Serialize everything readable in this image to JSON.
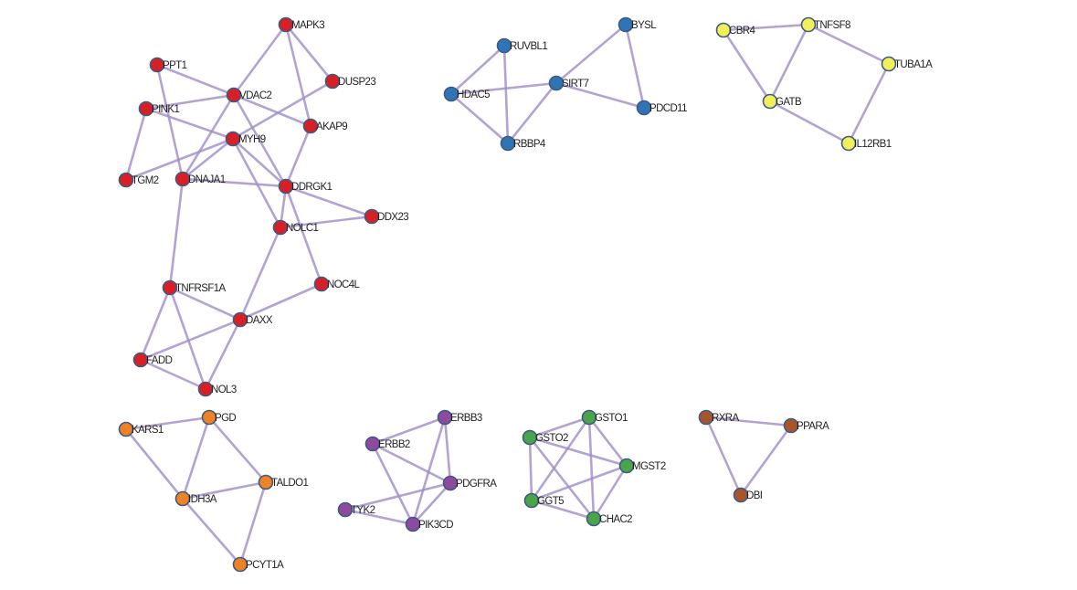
{
  "title": "Protein-protein interaction network clusters",
  "colors": {
    "edge": "#a08cc8",
    "node_stroke": "#3d5a80",
    "red": "#d91f26",
    "blue": "#2f75b5",
    "yellow": "#f2f05a",
    "orange": "#ee8224",
    "purple": "#8e4a9e",
    "green": "#4aa54a",
    "brown": "#a8552a"
  },
  "clusters": [
    {
      "name": "red",
      "nodes": [
        "MAPK3",
        "PPT1",
        "DUSP23",
        "VDAC2",
        "PINK1",
        "AKAP9",
        "MYH9",
        "TGM2",
        "DNAJA1",
        "DDRGK1",
        "DDX23",
        "NOLC1",
        "NOC4L",
        "TNFRSF1A",
        "DAXX",
        "FADD",
        "NOL3"
      ],
      "edges": [
        [
          "MAPK3",
          "VDAC2"
        ],
        [
          "MAPK3",
          "DUSP23"
        ],
        [
          "MAPK3",
          "AKAP9"
        ],
        [
          "PPT1",
          "VDAC2"
        ],
        [
          "PPT1",
          "DNAJA1"
        ],
        [
          "PINK1",
          "VDAC2"
        ],
        [
          "PINK1",
          "MYH9"
        ],
        [
          "PINK1",
          "TGM2"
        ],
        [
          "VDAC2",
          "AKAP9"
        ],
        [
          "VDAC2",
          "DNAJA1"
        ],
        [
          "VDAC2",
          "DDRGK1"
        ],
        [
          "DUSP23",
          "MYH9"
        ],
        [
          "MYH9",
          "TGM2"
        ],
        [
          "MYH9",
          "DNAJA1"
        ],
        [
          "MYH9",
          "DDRGK1"
        ],
        [
          "MYH9",
          "NOLC1"
        ],
        [
          "AKAP9",
          "DDRGK1"
        ],
        [
          "DNAJA1",
          "DDRGK1"
        ],
        [
          "DNAJA1",
          "TNFRSF1A"
        ],
        [
          "DDRGK1",
          "DDX23"
        ],
        [
          "DDRGK1",
          "NOLC1"
        ],
        [
          "DDRGK1",
          "NOC4L"
        ],
        [
          "NOLC1",
          "DDX23"
        ],
        [
          "NOLC1",
          "DAXX"
        ],
        [
          "NOC4L",
          "DAXX"
        ],
        [
          "TNFRSF1A",
          "DAXX"
        ],
        [
          "TNFRSF1A",
          "FADD"
        ],
        [
          "TNFRSF1A",
          "NOL3"
        ],
        [
          "DAXX",
          "FADD"
        ],
        [
          "DAXX",
          "NOL3"
        ],
        [
          "FADD",
          "NOL3"
        ]
      ]
    },
    {
      "name": "blue",
      "nodes": [
        "RUVBL1",
        "HDAC5",
        "SIRT7",
        "RBBP4",
        "BYSL",
        "PDCD11"
      ],
      "edges": [
        [
          "RUVBL1",
          "HDAC5"
        ],
        [
          "RUVBL1",
          "RBBP4"
        ],
        [
          "HDAC5",
          "SIRT7"
        ],
        [
          "HDAC5",
          "RBBP4"
        ],
        [
          "SIRT7",
          "RBBP4"
        ],
        [
          "SIRT7",
          "BYSL"
        ],
        [
          "SIRT7",
          "PDCD11"
        ],
        [
          "BYSL",
          "PDCD11"
        ]
      ]
    },
    {
      "name": "yellow",
      "nodes": [
        "CBR4",
        "TNFSF8",
        "TUBA1A",
        "GATB",
        "IL12RB1"
      ],
      "edges": [
        [
          "CBR4",
          "TNFSF8"
        ],
        [
          "CBR4",
          "GATB"
        ],
        [
          "TNFSF8",
          "GATB"
        ],
        [
          "TNFSF8",
          "TUBA1A"
        ],
        [
          "TUBA1A",
          "IL12RB1"
        ],
        [
          "GATB",
          "IL12RB1"
        ]
      ]
    },
    {
      "name": "orange",
      "nodes": [
        "KARS1",
        "PGD",
        "IDH3A",
        "TALDO1",
        "PCYT1A"
      ],
      "edges": [
        [
          "KARS1",
          "PGD"
        ],
        [
          "KARS1",
          "IDH3A"
        ],
        [
          "PGD",
          "IDH3A"
        ],
        [
          "PGD",
          "TALDO1"
        ],
        [
          "IDH3A",
          "TALDO1"
        ],
        [
          "IDH3A",
          "PCYT1A"
        ],
        [
          "TALDO1",
          "PCYT1A"
        ]
      ]
    },
    {
      "name": "purple",
      "nodes": [
        "ERBB3",
        "ERBB2",
        "PDGFRA",
        "TYK2",
        "PIK3CD"
      ],
      "edges": [
        [
          "ERBB3",
          "ERBB2"
        ],
        [
          "ERBB3",
          "PDGFRA"
        ],
        [
          "ERBB3",
          "PIK3CD"
        ],
        [
          "ERBB2",
          "PDGFRA"
        ],
        [
          "ERBB2",
          "PIK3CD"
        ],
        [
          "TYK2",
          "PDGFRA"
        ],
        [
          "TYK2",
          "PIK3CD"
        ],
        [
          "PDGFRA",
          "PIK3CD"
        ]
      ]
    },
    {
      "name": "green",
      "nodes": [
        "GSTO1",
        "GSTO2",
        "MGST2",
        "GGT5",
        "CHAC2"
      ],
      "edges": [
        [
          "GSTO1",
          "GSTO2"
        ],
        [
          "GSTO1",
          "MGST2"
        ],
        [
          "GSTO1",
          "GGT5"
        ],
        [
          "GSTO1",
          "CHAC2"
        ],
        [
          "GSTO2",
          "MGST2"
        ],
        [
          "GSTO2",
          "GGT5"
        ],
        [
          "GSTO2",
          "CHAC2"
        ],
        [
          "MGST2",
          "GGT5"
        ],
        [
          "MGST2",
          "CHAC2"
        ],
        [
          "GGT5",
          "CHAC2"
        ]
      ]
    },
    {
      "name": "brown",
      "nodes": [
        "RXRA",
        "PPARA",
        "DBI"
      ],
      "edges": [
        [
          "RXRA",
          "PPARA"
        ],
        [
          "RXRA",
          "DBI"
        ],
        [
          "PPARA",
          "DBI"
        ]
      ]
    }
  ]
}
